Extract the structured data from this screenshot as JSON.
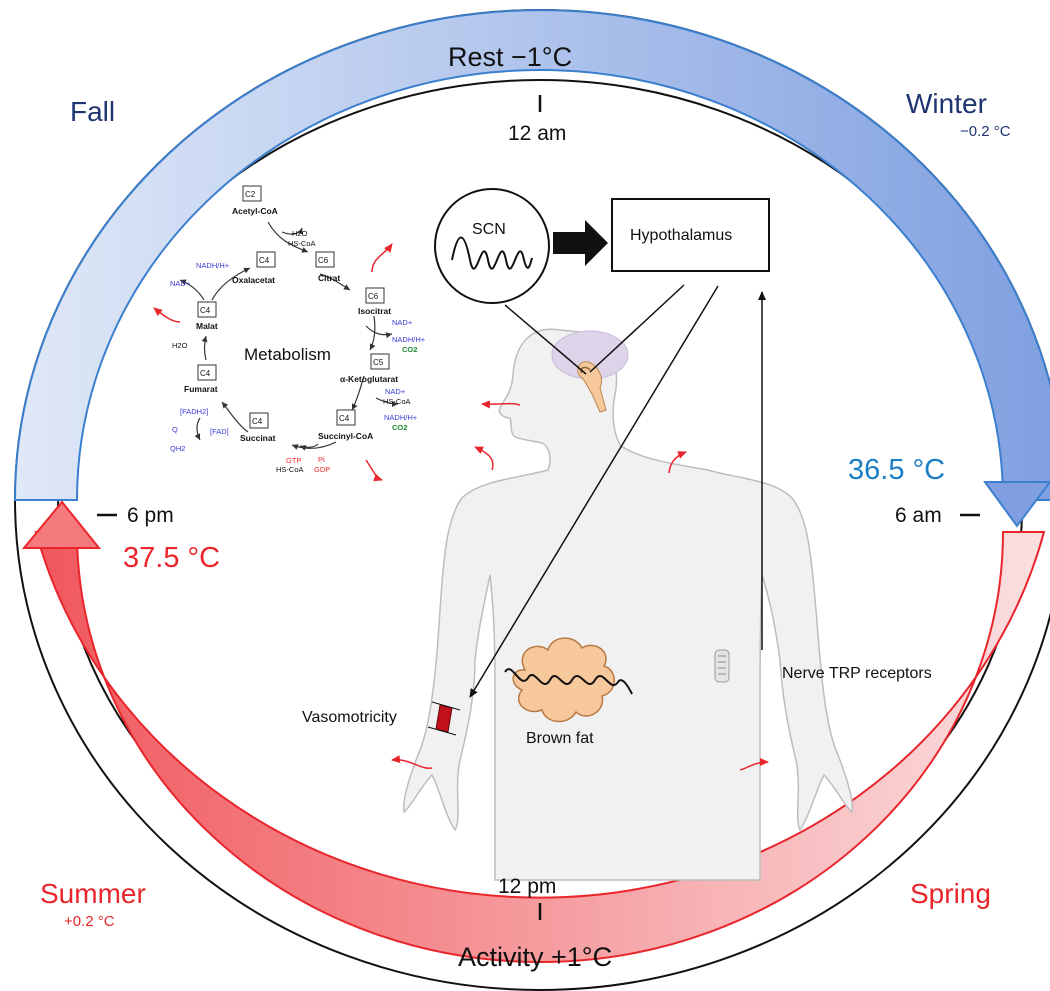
{
  "colors": {
    "cold_dark": "#1f3572",
    "cold_accent": "#1b7fc4",
    "warm": "#e8262b",
    "blue_band": "#8aa9e4",
    "red_band": "#f26a6e",
    "body_fill": "#f1f1f1",
    "brain": "#ddd4ea",
    "brown_fat": "#f6c89c",
    "nadh_blue": "#3a3ad8",
    "co2_green": "#1c8a2e"
  },
  "arcs": {
    "top_label": "Rest −1°C",
    "bottom_label": "Activity +1°C"
  },
  "seasons": {
    "fall": "Fall",
    "winter": "Winter",
    "winter_delta": "−0.2 °C",
    "summer": "Summer",
    "summer_delta": "+0.2 °C",
    "spring": "Spring"
  },
  "clock": {
    "top": "12 am",
    "right": "6 am",
    "bottom": "12 pm",
    "left": "6 pm"
  },
  "temperatures": {
    "low": "36.5 °C",
    "high": "37.5 °C"
  },
  "center": {
    "scn": "SCN",
    "hypothalamus": "Hypothalamus",
    "metabolism": "Metabolism",
    "vasomotricity": "Vasomotricity",
    "brown_fat": "Brown fat",
    "nerve": "Nerve TRP receptors"
  },
  "krebs": {
    "acetyl_c": "C2",
    "acetyl": "Acetyl-CoA",
    "h2o_top": "H2O",
    "hscoa_top": "HS-CoA",
    "citrat_c": "C6",
    "citrat": "Citrat",
    "isocitrat_c": "C6",
    "isocitrat": "Isocitrat",
    "nad1": "NAD+",
    "nadh1": "NADH/H+",
    "co2_1": "CO2",
    "akg_c": "C5",
    "akg": "α-Ketoglutarat",
    "nad2": "NAD+",
    "hscoa2": "HS-CoA",
    "nadh2": "NADH/H+",
    "co2_2": "CO2",
    "succoa_c": "C4",
    "succoa": "Succinyl-CoA",
    "gtp": "GTP",
    "pi": "Pi",
    "gdp": "GDP",
    "hscoa3": "HS-CoA",
    "succinat_c": "C4",
    "succinat": "Succinat",
    "fadh2": "[FADH2]",
    "fad": "[FAD]",
    "q": "Q",
    "qh2": "QH2",
    "fumarat_c": "C4",
    "fumarat": "Fumarat",
    "h2o_mal": "H2O",
    "malat_c": "C4",
    "malat": "Malat",
    "nadh3": "NADH/H+",
    "nad3": "NAD+",
    "oxal_c": "C4",
    "oxal": "Oxalacetat"
  }
}
